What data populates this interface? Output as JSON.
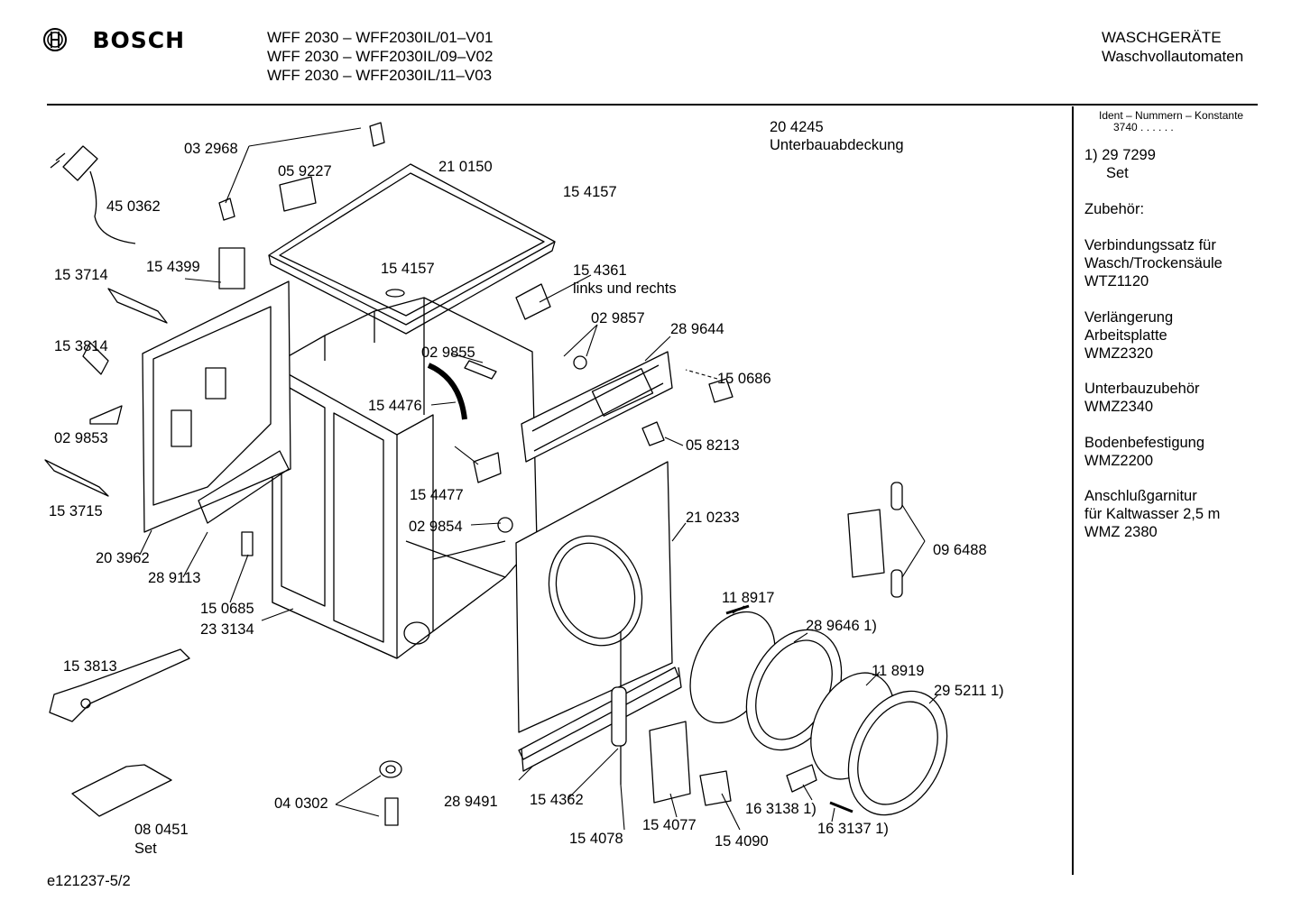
{
  "header": {
    "brand": "BOSCH",
    "models": [
      "WFF 2030 – WFF2030IL/01–V01",
      "WFF 2030 – WFF2030IL/09–V02",
      "WFF 2030 – WFF2030IL/11–V03"
    ],
    "category": "WASCHGERÄTE",
    "subcategory": "Waschvollautomaten"
  },
  "sidebar": {
    "ident_title": "Ident – Nummern – Konstante",
    "ident_value": "3740  . .    . . . .",
    "note_number": "1)  29 7299",
    "note_set": "Set",
    "accessories_title": "Zubehör:",
    "accessories": [
      [
        "Verbindungssatz für",
        "Wasch/Trockensäule",
        "WTZ1120"
      ],
      [
        "Verlängerung",
        "Arbeitsplatte",
        "WMZ2320"
      ],
      [
        "Unterbauzubehör",
        "WMZ2340"
      ],
      [
        "Bodenbefestigung",
        "WMZ2200"
      ],
      [
        "Anschlußgarnitur",
        "für Kaltwasser 2,5 m",
        "WMZ 2380"
      ]
    ]
  },
  "parts": {
    "p204245": "20 4245",
    "p204245_desc": "Unterbauabdeckung",
    "p032968": "03 2968",
    "p059227": "05 9227",
    "p210150": "21 0150",
    "p154157a": "15 4157",
    "p154157b": "15 4157",
    "p450362": "45 0362",
    "p153714": "15 3714",
    "p154399": "15 4399",
    "p154361": "15 4361",
    "p154361_desc": "links und rechts",
    "p029857": "02 9857",
    "p289644": "28 9644",
    "p153814": "15 3814",
    "p029855": "02 9855",
    "p150686": "15 0686",
    "p154476": "15 4476",
    "p029853": "02 9853",
    "p058213": "05 8213",
    "p153715": "15 3715",
    "p154477": "15 4477",
    "p210233": "21 0233",
    "p029854": "02 9854",
    "p203962": "20 3962",
    "p096488": "09 6488",
    "p289113": "28 9113",
    "p150685": "15 0685",
    "p233134": "23 3134",
    "p118917": "11 8917",
    "p289646": "28 9646  1)",
    "p153813": "15 3813",
    "p118919": "11 8919",
    "p295211": "29 5211  1)",
    "p040302": "04 0302",
    "p289491": "28 9491",
    "p154362": "15 4362",
    "p163138": "16 3138  1)",
    "p163137": "16 3137  1)",
    "p080451": "08 0451",
    "p080451_desc": "Set",
    "p154077": "15 4077",
    "p154090": "15 4090",
    "p154078": "15 4078"
  },
  "footer": {
    "code": "e121237-5/2"
  }
}
